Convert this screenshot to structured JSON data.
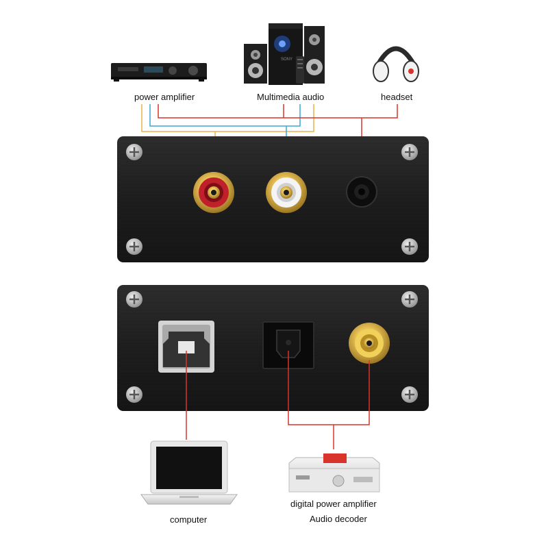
{
  "labels": {
    "power_amplifier": "power amplifier",
    "multimedia_audio": "Multimedia audio",
    "headset": "headset",
    "computer": "computer",
    "digital_amp_line1": "digital power amplifier",
    "digital_amp_line2": "Audio decoder"
  },
  "wire_colors": {
    "red": "#d9342b",
    "yellow": "#e8b34a",
    "blue": "#3aa6d6"
  },
  "device_text": {
    "speaker_badge": "SONY"
  }
}
